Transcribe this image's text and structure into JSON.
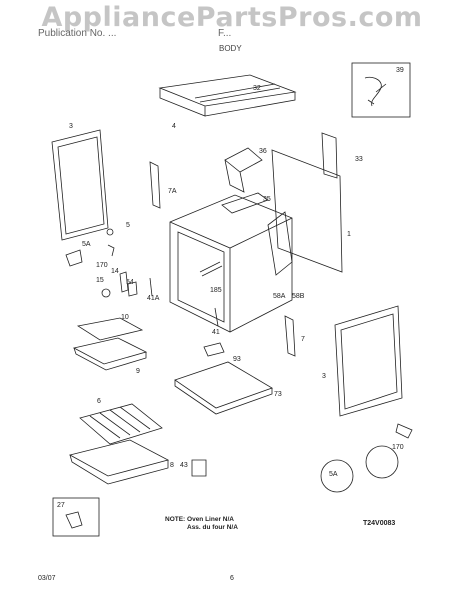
{
  "watermark": "AppliancePartsPros.com",
  "header": {
    "left": "Publication No. ...",
    "model": "F...",
    "section": "BODY"
  },
  "labels": {
    "l39": "39",
    "l32": "32",
    "l4": "4",
    "l3a": "3",
    "l36": "36",
    "l33": "33",
    "l7a": "7A",
    "l35": "35",
    "l1": "1",
    "l5": "5",
    "l5a": "5A",
    "l170a": "170",
    "l14": "14",
    "l15": "15",
    "l54": "54",
    "l185": "185",
    "l41a": "41A",
    "l58a": "58A",
    "l58b": "58B",
    "l10": "10",
    "l41": "41",
    "l7": "7",
    "l9": "9",
    "l93": "93",
    "l3b": "3",
    "l73": "73",
    "l6": "6",
    "l43": "43",
    "l8": "8",
    "l5a2": "5A",
    "l170b": "170",
    "l27": "27"
  },
  "note": {
    "line1": "NOTE: Oven Liner N/A",
    "line2": "Ass. du four N/A"
  },
  "diagram_code": "T24V0083",
  "footer": {
    "date": "03/07",
    "page": "6"
  }
}
